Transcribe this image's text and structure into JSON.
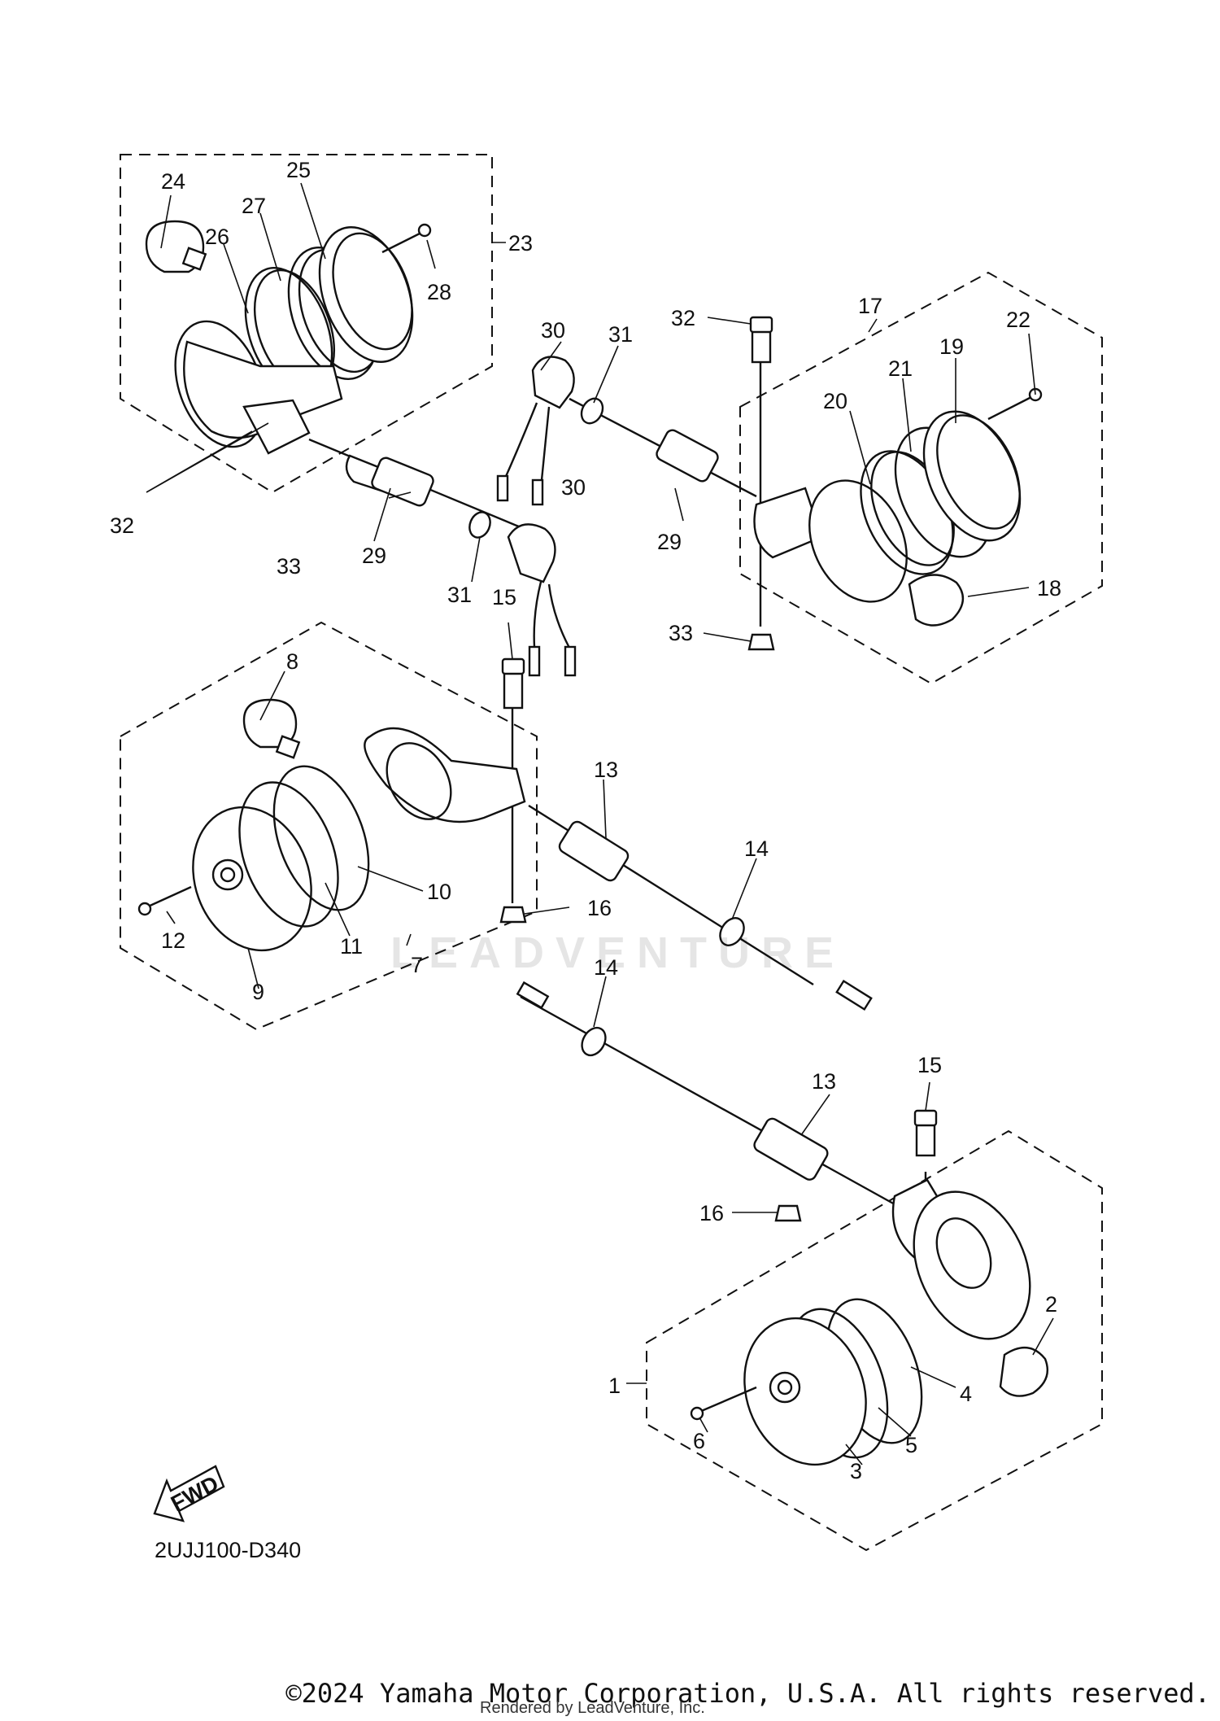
{
  "diagram": {
    "code": "2UJJ100-D340",
    "fwd_label": "FWD",
    "watermark": "LEADVENTURE",
    "rendered_by": "Rendered by LeadVenture, Inc.",
    "copyright": "©2024 Yamaha Motor Corporation, U.S.A. All rights reserved."
  },
  "callouts": [
    "24",
    "25",
    "27",
    "26",
    "23",
    "28",
    "32",
    "33",
    "29",
    "31",
    "30",
    "30",
    "31",
    "32",
    "17",
    "22",
    "19",
    "21",
    "20",
    "29",
    "18",
    "33",
    "15",
    "8",
    "13",
    "10",
    "11",
    "12",
    "9",
    "7",
    "16",
    "14",
    "14",
    "13",
    "15",
    "16",
    "2",
    "1",
    "4",
    "6",
    "5",
    "3"
  ]
}
